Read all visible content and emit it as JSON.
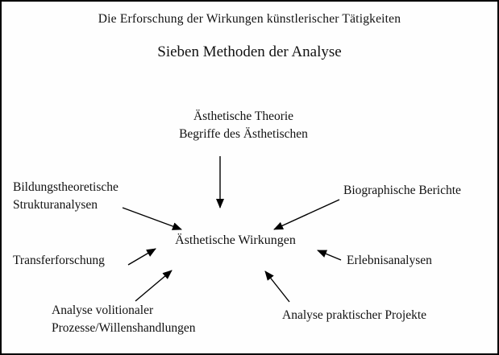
{
  "header": {
    "title": "Die Erforschung der Wirkungen künstlerischer Tätigkeiten",
    "subtitle": "Sieben Methoden der Analyse"
  },
  "diagram": {
    "center_node": "Ästhetische Wirkungen",
    "nodes": {
      "aesthetic_theory": {
        "line1": "Ästhetische Theorie",
        "line2": "Begriffe des Ästhetischen"
      },
      "structural_analysis": {
        "line1": "Bildungstheoretische",
        "line2": "Strukturanalysen"
      },
      "biographical_reports": {
        "line1": "Biographische Berichte"
      },
      "transfer_research": {
        "line1": "Transferforschung"
      },
      "experience_analysis": {
        "line1": "Erlebnisanalysen"
      },
      "volitional_analysis": {
        "line1": "Analyse volitionaler",
        "line2": "Prozesse/Willenshandlungen"
      },
      "practical_projects": {
        "line1": "Analyse praktischer Projekte"
      }
    },
    "arrow_color": "#000000"
  }
}
